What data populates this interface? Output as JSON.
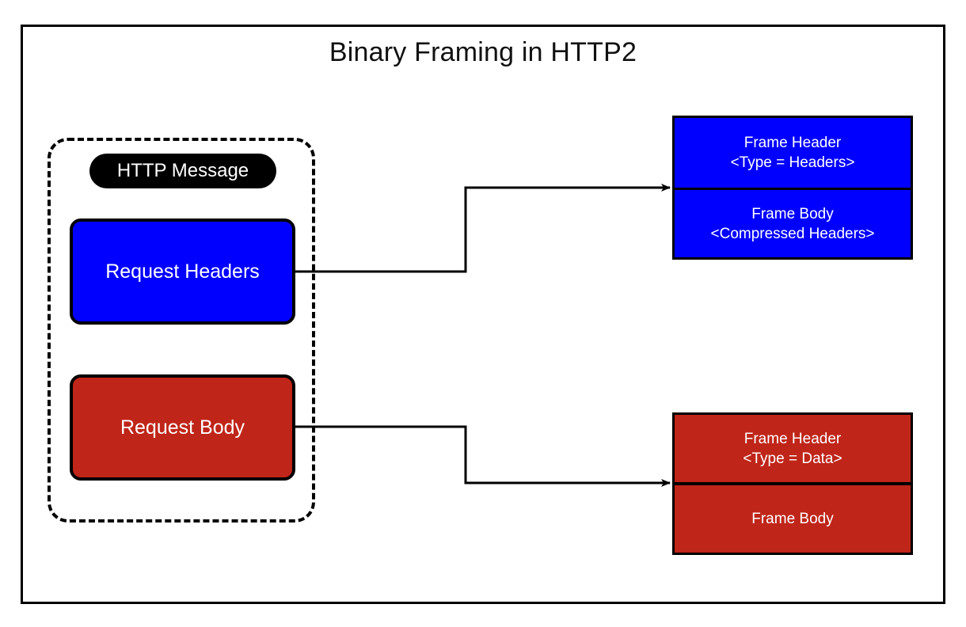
{
  "diagram": {
    "title": "Binary Framing in HTTP2",
    "background_color": "#ffffff",
    "frame_border_color": "#000000"
  },
  "colors": {
    "blue": "#0000FF",
    "red": "#BF2519",
    "black": "#000000",
    "white": "#ffffff"
  },
  "message_group": {
    "pill_label": "HTTP Message",
    "parts": [
      {
        "label": "Request Headers",
        "color": "#0000FF"
      },
      {
        "label": "Request Body",
        "color": "#BF2519"
      }
    ]
  },
  "frames": [
    {
      "color": "#0000FF",
      "header_line1": "Frame Header",
      "header_line2": "<Type = Headers>",
      "body_line1": "Frame Body",
      "body_line2": "<Compressed Headers>"
    },
    {
      "color": "#BF2519",
      "header_line1": "Frame Header",
      "header_line2": "<Type = Data>",
      "body_line1": "Frame Body",
      "body_line2": ""
    }
  ],
  "connectors": [
    {
      "name": "headers-to-frame",
      "from": "Request Headers",
      "to": "Frame Header <Type = Headers>"
    },
    {
      "name": "body-to-frame",
      "from": "Request Body",
      "to": "Frame Header <Type = Data>"
    }
  ]
}
